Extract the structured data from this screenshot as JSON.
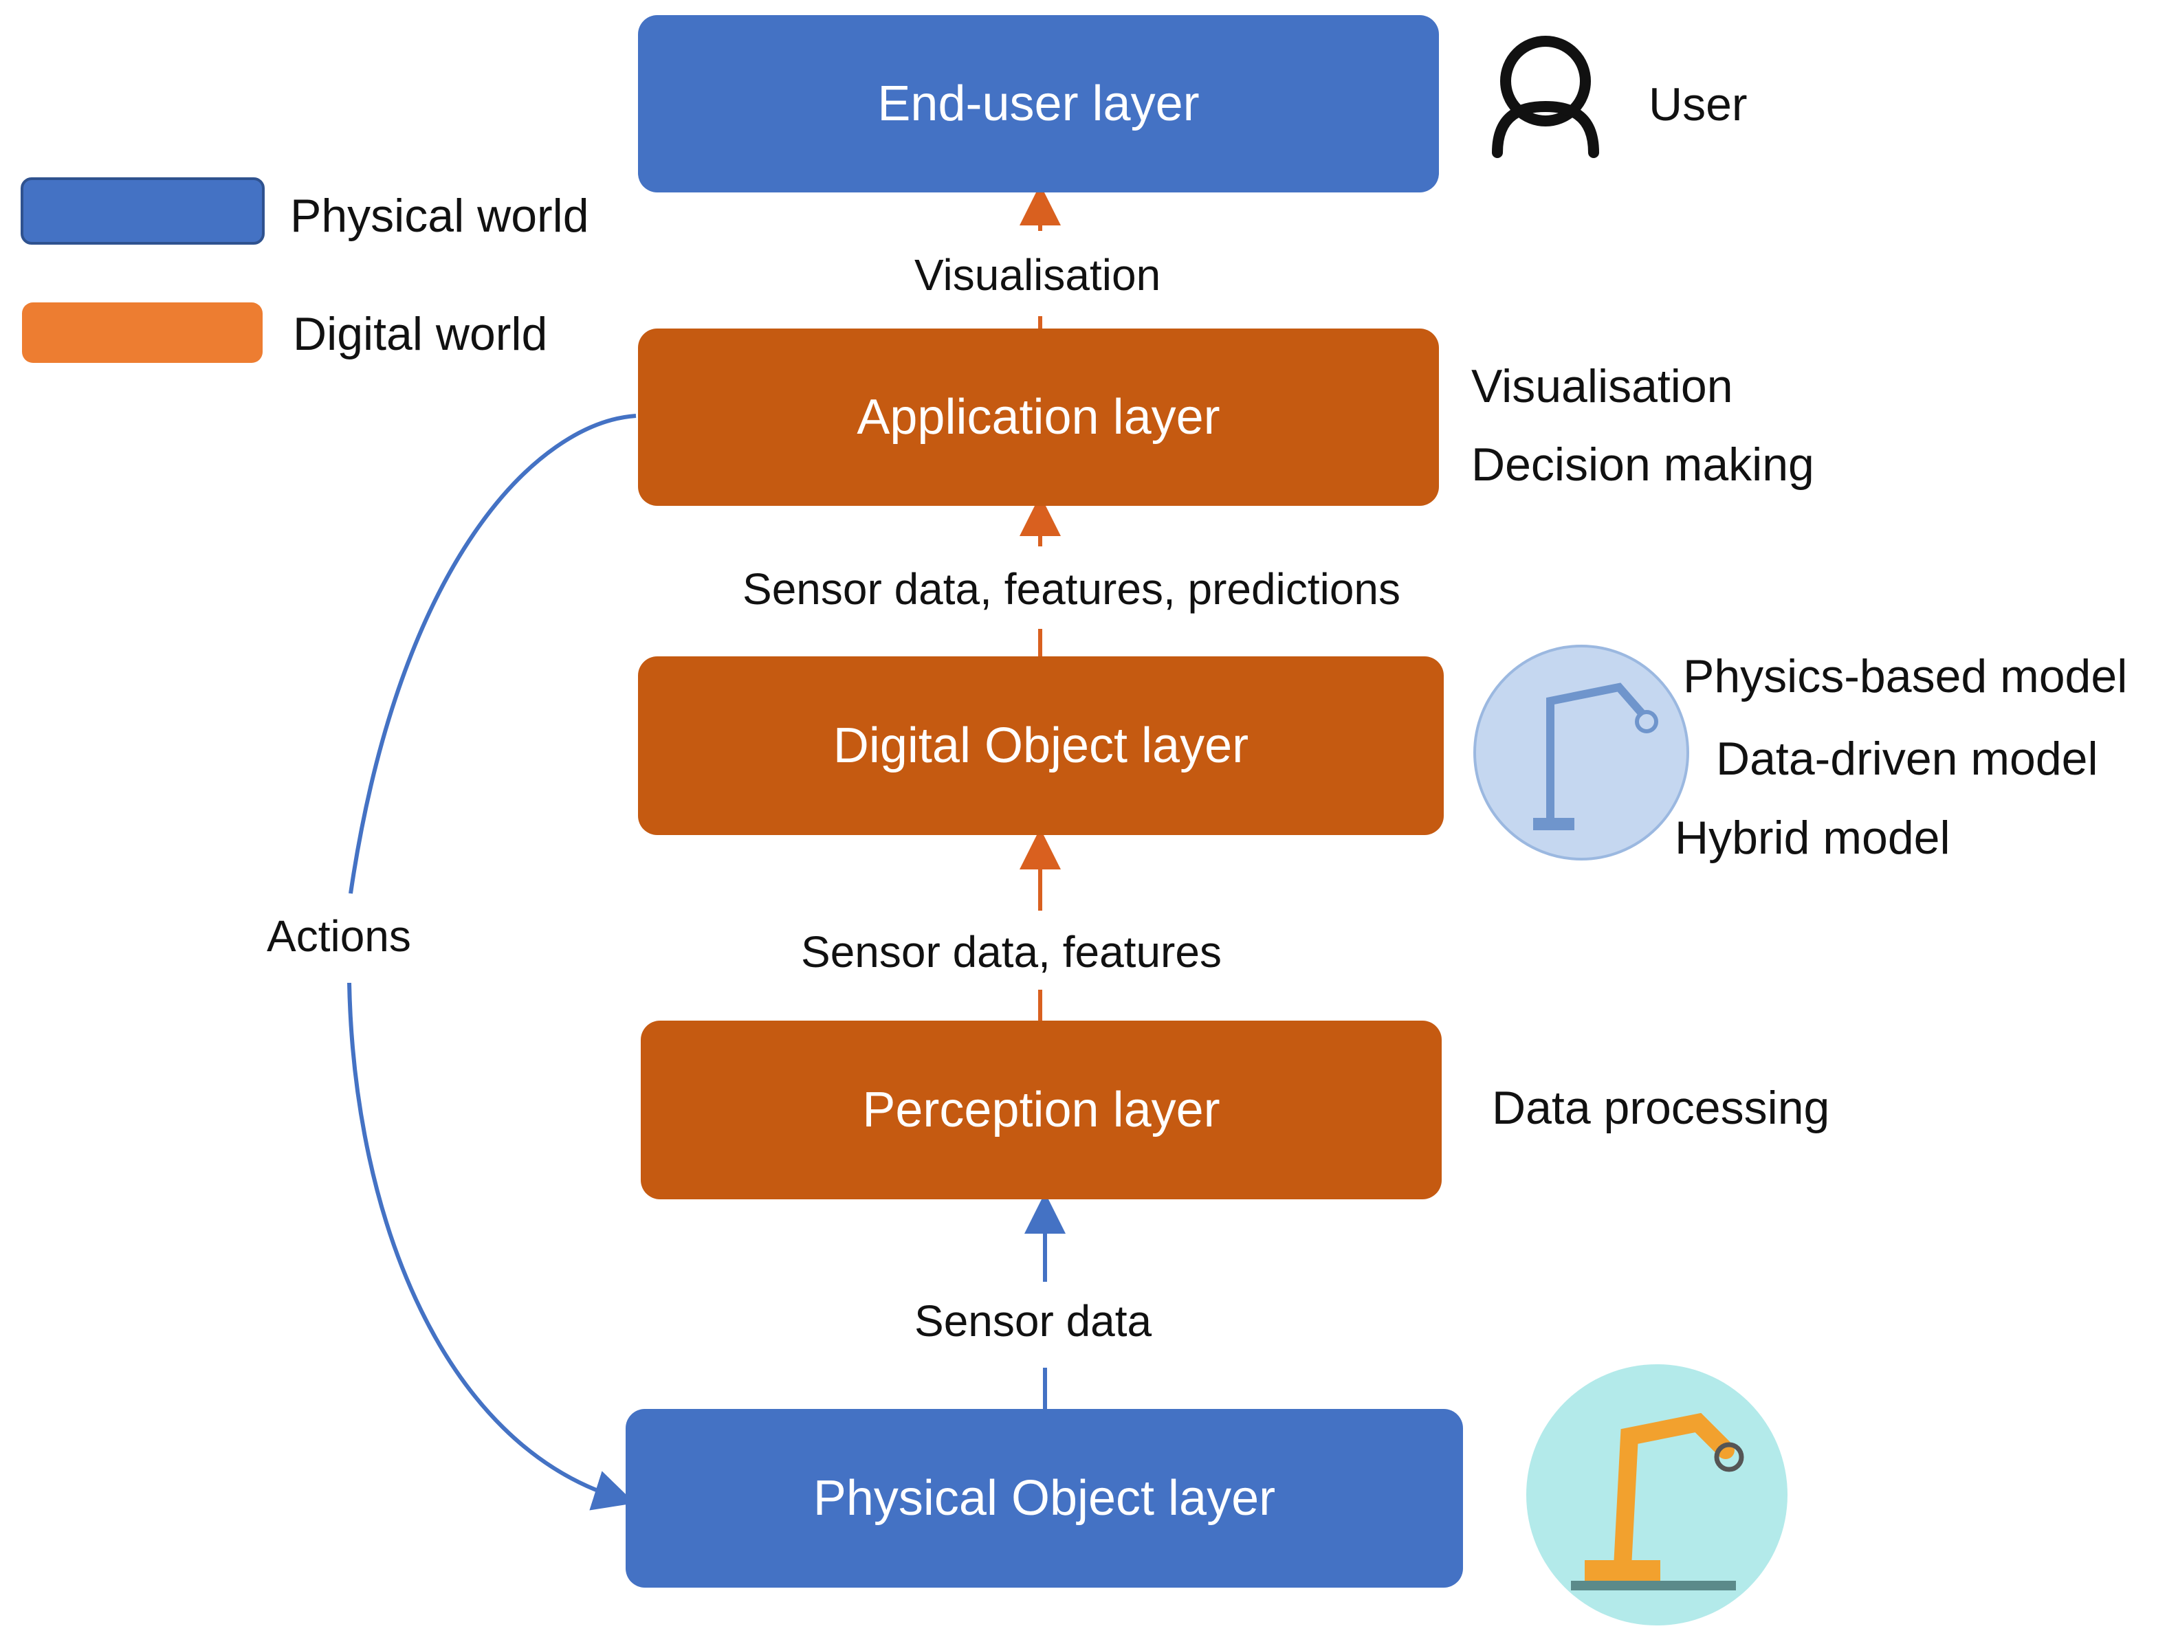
{
  "legend": {
    "items": [
      {
        "label": "Physical world",
        "color": "#4472c4"
      },
      {
        "label": "Digital world",
        "color": "#ed7d31"
      }
    ]
  },
  "layers": {
    "end_user": "End-user layer",
    "application": "Application layer",
    "digital_object": "Digital Object layer",
    "perception": "Perception layer",
    "physical_object": "Physical Object layer"
  },
  "flows": {
    "visualisation": "Visualisation",
    "sensor_features_predictions": "Sensor data, features, predictions",
    "sensor_features": "Sensor data, features",
    "sensor_data": "Sensor data",
    "actions": "Actions"
  },
  "annotations": {
    "user": "User",
    "application": [
      "Visualisation",
      "Decision making"
    ],
    "digital_object": [
      "Physics-based model",
      "Data-driven model",
      "Hybrid model"
    ],
    "perception": "Data processing"
  },
  "icons": {
    "user": "user-icon",
    "digital_twin": "digital-twin-robot-arm-icon",
    "physical_asset": "physical-robot-arm-icon"
  },
  "colors": {
    "physical": "#4472c4",
    "digital_box": "#c55a11",
    "arrow_orange": "#d9601f",
    "arrow_blue": "#4472c4"
  }
}
